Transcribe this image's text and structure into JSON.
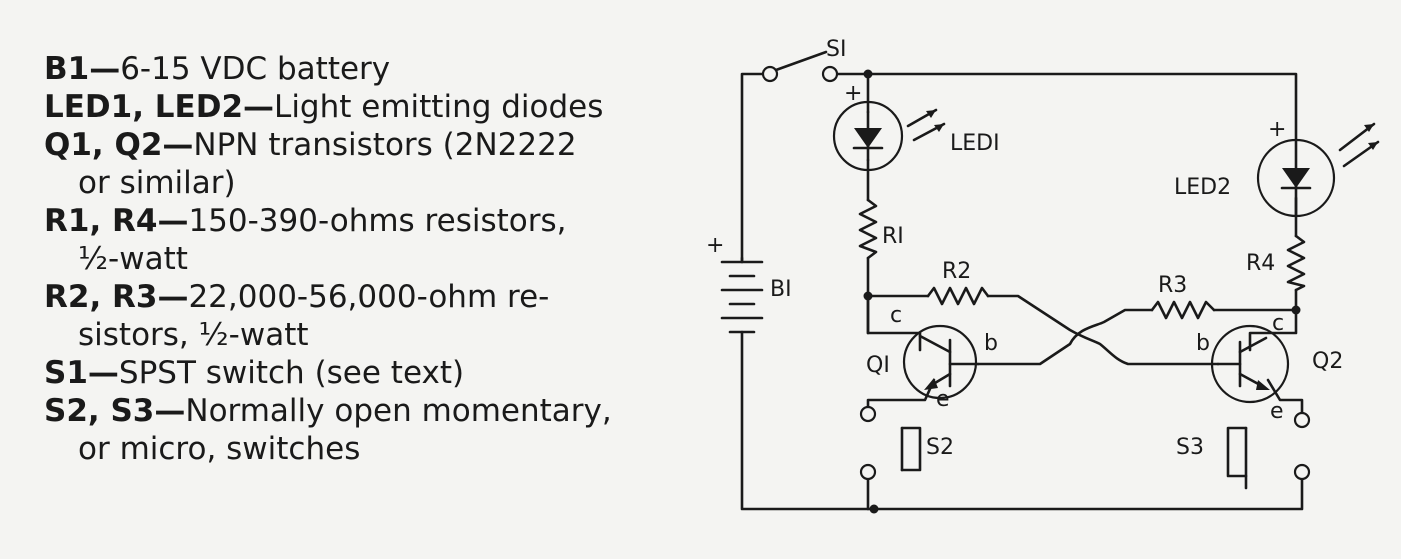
{
  "parts_list": [
    {
      "id": "B1",
      "dash": "—",
      "desc": "6-15 VDC battery"
    },
    {
      "id": "LED1, LED2",
      "dash": "—",
      "desc": "Light emitting diodes"
    },
    {
      "id": "Q1, Q2",
      "dash": "—",
      "desc": "NPN transistors (2N2222",
      "cont": "or similar)"
    },
    {
      "id": "R1, R4",
      "dash": "—",
      "desc": "150-390-ohms resistors,",
      "cont": "½-watt"
    },
    {
      "id": "R2, R3",
      "dash": "—",
      "desc": "22,000-56,000-ohm re-",
      "cont": "sistors, ½-watt"
    },
    {
      "id": "S1",
      "dash": "—",
      "desc": "SPST switch (see text)"
    },
    {
      "id": "S2, S3",
      "dash": "—",
      "desc": "Normally open momentary,",
      "cont": "or micro, switches"
    }
  ],
  "schematic": {
    "switch_s1": "SI",
    "led1": "LEDI",
    "led2": "LED2",
    "led1_polarity": "+",
    "led2_polarity": "+",
    "battery": "BI",
    "battery_polarity": "+",
    "r1": "RI",
    "r2": "R2",
    "r3": "R3",
    "r4": "R4",
    "q1": "QI",
    "q2": "Q2",
    "q1_collector": "c",
    "q1_base": "b",
    "q1_emitter": "e",
    "q2_collector": "c",
    "q2_base": "b",
    "q2_emitter": "e",
    "s2": "S2",
    "s3": "S3"
  }
}
